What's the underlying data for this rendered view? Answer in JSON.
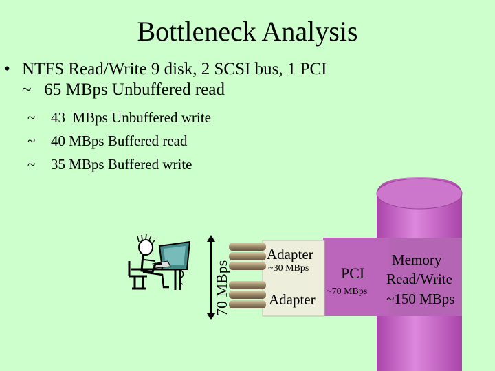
{
  "slide": {
    "title": "Bottleneck Analysis",
    "bullet_marker": "•",
    "bullet_line1": "NTFS Read/Write 9 disk, 2 SCSI bus, 1 PCI",
    "bullet_line2": "~   65 MBps Unbuffered read",
    "sub_items": [
      {
        "marker": "~",
        "text": "43  MBps Unbuffered write"
      },
      {
        "marker": "~",
        "text": "40 MBps Buffered read"
      },
      {
        "marker": "~",
        "text": "35 MBps Buffered write"
      }
    ]
  },
  "diagram": {
    "disk_rate": "70 MBps",
    "adapter_top": "Adapter",
    "adapter_top_rate": "~30 MBps",
    "adapter_bottom": "Adapter",
    "pci_label": "PCI",
    "pci_rate": "~70 MBps",
    "memory_line1": "Memory",
    "memory_line2": "Read/Write",
    "memory_line3": "~150 MBps",
    "colors": {
      "background": "#ccffcc",
      "memory_cylinder": "#cc66cc",
      "pci_box": "#bb66bb",
      "adapter_box": "#eeeedd",
      "disk": "#aa9977"
    }
  }
}
